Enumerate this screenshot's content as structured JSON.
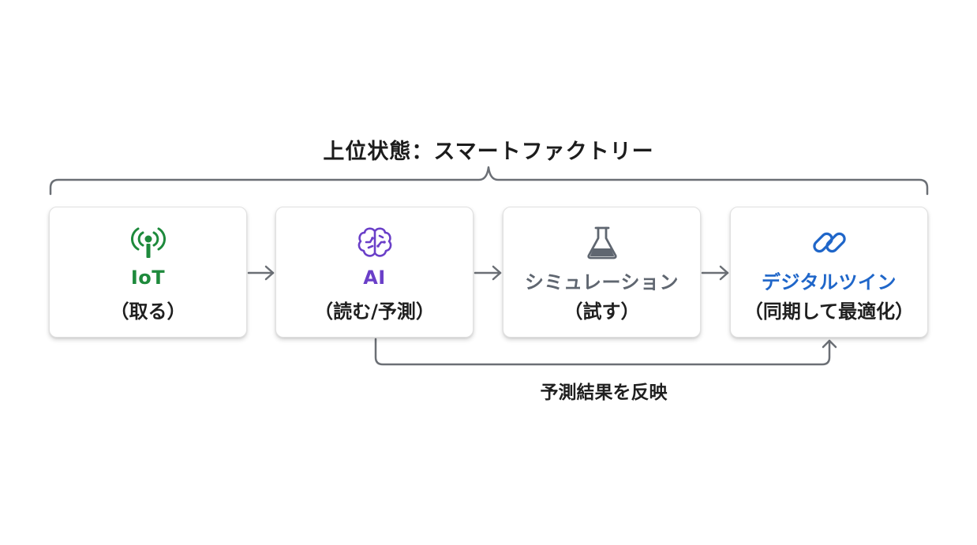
{
  "title": "上位状態：スマートファクトリー",
  "colors": {
    "iot": "#1e8a3c",
    "ai": "#6a3fc8",
    "simulation": "#5f6670",
    "digital_twin": "#1f66c9",
    "connector": "#6b6f75"
  },
  "cards": [
    {
      "name": "IoT",
      "desc": "（取る）",
      "icon": "antenna-icon"
    },
    {
      "name": "AI",
      "desc": "（読む/予測）",
      "icon": "brain-icon"
    },
    {
      "name": "シミュレーション",
      "desc": "（試す）",
      "icon": "flask-icon"
    },
    {
      "name": "デジタルツイン",
      "desc": "（同期して最適化）",
      "icon": "link-icon"
    }
  ],
  "feedback_label": "予測結果を反映"
}
